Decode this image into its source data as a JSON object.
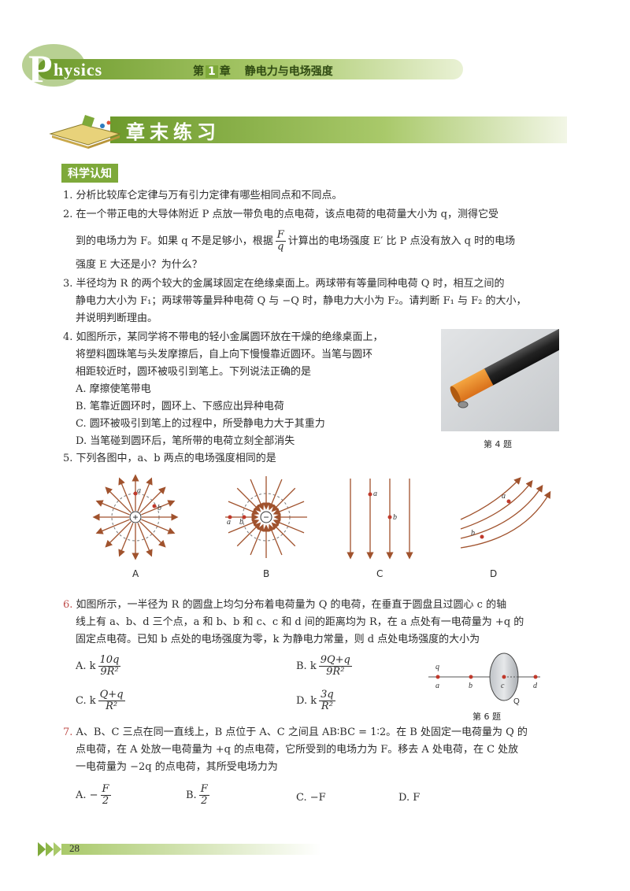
{
  "header": {
    "logo_letter": "P",
    "logo_rest": "hysics",
    "chapter_prefix": "第",
    "chapter_number": "1",
    "chapter_suffix": "章",
    "chapter_title": "静电力与电场强度"
  },
  "section": {
    "title": "章末练习",
    "label": "科学认知"
  },
  "q1": "1. 分析比较库仑定律与万有引力定律有哪些相同点和不同点。",
  "q2": {
    "line1": "2. 在一个带正电的大导体附近 P 点放一带负电的点电荷，该点电荷的电荷量大小为 q，测得它受",
    "line2_a": "到的电场力为 F。如果 q 不是足够小，根据",
    "frac_num": "F",
    "frac_den": "q",
    "line2_b": "计算出的电场强度 E′ 比 P 点没有放入 q 时的电场",
    "line3": "强度 E 大还是小？为什么？"
  },
  "q3": {
    "line1": "3. 半径均为 R 的两个较大的金属球固定在绝缘桌面上。两球带有等量同种电荷 Q 时，相互之间的",
    "line2": "静电力大小为 F₁；两球带等量异种电荷 Q 与 −Q 时，静电力大小为 F₂。请判断 F₁ 与 F₂ 的大小，",
    "line3": "并说明判断理由。"
  },
  "q4": {
    "line1": "4. 如图所示，某同学将不带电的轻小金属圆环放在干燥的绝缘桌面上，",
    "line2": "将塑料圆珠笔与头发摩擦后，自上向下慢慢靠近圆环。当笔与圆环",
    "line3": "相距较近时，圆环被吸引到笔上。下列说法正确的是",
    "optA": "A. 摩擦使笔带电",
    "optB": "B. 笔靠近圆环时，圆环上、下感应出异种电荷",
    "optC": "C. 圆环被吸引到笔上的过程中，所受静电力大于其重力",
    "optD": "D. 当笔碰到圆环后，笔所带的电荷立刻全部消失",
    "caption": "第 4 题"
  },
  "q5": {
    "text": "5. 下列各图中，a、b 两点的电场强度相同的是",
    "labels": [
      "A",
      "B",
      "C",
      "D"
    ],
    "point_a": "a",
    "point_b": "b",
    "plus": "+",
    "minus": "−"
  },
  "q6": {
    "number": "6.",
    "line1": "如图所示，一半径为 R 的圆盘上均匀分布着电荷量为 Q 的电荷，在垂直于圆盘且过圆心 c 的轴",
    "line2": "线上有 a、b、d 三个点，a 和 b、b 和 c、c 和 d 间的距离均为 R，在 a 点处有一电荷量为 +q 的",
    "line3": "固定点电荷。已知 b 点处的电场强度为零，k 为静电力常量，则 d 点处电场强度的大小为",
    "optA_pre": "A. k",
    "optA_num": "10q",
    "optA_den": "9R²",
    "optB_pre": "B. k",
    "optB_num": "9Q+q",
    "optB_den": "9R²",
    "optC_pre": "C. k",
    "optC_num": "Q+q",
    "optC_den": "R²",
    "optD_pre": "D. k",
    "optD_num": "3q",
    "optD_den": "R²",
    "fig_q": "q",
    "fig_a": "a",
    "fig_b": "b",
    "fig_c": "c",
    "fig_d": "d",
    "fig_Q": "Q",
    "caption": "第 6 题"
  },
  "q7": {
    "number": "7.",
    "line1": "A、B、C 三点在同一直线上，B 点位于 A、C 之间且 AB∶BC = 1∶2。在 B 处固定一电荷量为 Q 的",
    "line2": "点电荷，在 A 处放一电荷量为 +q 的点电荷，它所受到的电场力为 F。移去 A 处电荷，在 C 处放",
    "line3": "一电荷量为 −2q 的点电荷，其所受电场力为",
    "optA_pre": "A. −",
    "optA_num": "F",
    "optA_den": "2",
    "optB_pre": "B.",
    "optB_num": "F",
    "optB_den": "2",
    "optC": "C. −F",
    "optD": "D. F"
  },
  "footer": {
    "page": "28"
  },
  "colors": {
    "accent_green": "#7ea93a",
    "arrow_red": "#a0522d",
    "question_red": "#c0504d"
  }
}
